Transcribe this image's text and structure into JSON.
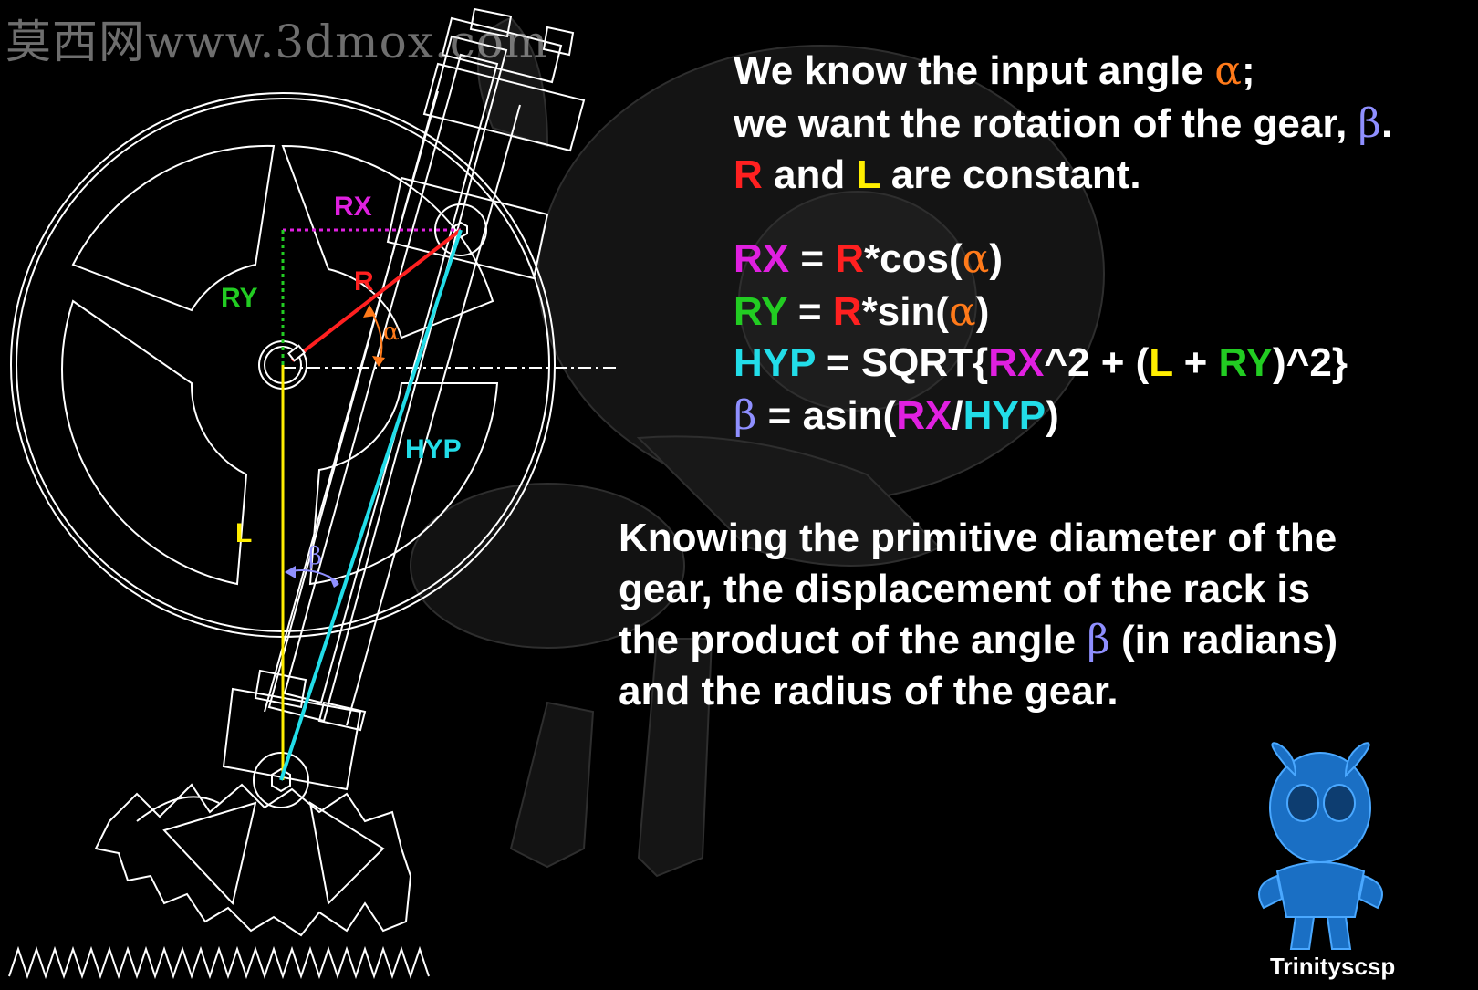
{
  "colors": {
    "rx": "#e020e0",
    "ry": "#22cc22",
    "r": "#ff2020",
    "l": "#ffee00",
    "hyp": "#22dde8",
    "alpha": "#ff7a1a",
    "beta": "#8f8fff",
    "text": "#ffffff"
  },
  "watermark": "莫西网www.3dmox.com",
  "intro": {
    "line1": "We know the input angle ",
    "alpha": "α",
    "line1_end": ";",
    "line2": "we want the rotation of the gear, ",
    "beta": "β",
    "line2_end": ".",
    "r": "R",
    "and": " and ",
    "l": "L",
    "line3_end": " are constant."
  },
  "formulas": {
    "f1": {
      "rx": "RX",
      "eq": " = ",
      "r": "R",
      "op": "*cos(",
      "alpha": "α",
      "close": ")"
    },
    "f2": {
      "ry": "RY",
      "eq": " = ",
      "r": "R",
      "op": "*sin(",
      "alpha": "α",
      "close": ")"
    },
    "f3": {
      "hyp": "HYP",
      "eq": " = SQRT{",
      "rx": "RX",
      "mid1": "^2 + (",
      "l": "L",
      "mid2": " + ",
      "ry": "RY",
      "end": ")^2}"
    },
    "f4": {
      "beta": "β",
      "eq": " = asin(",
      "rx": "RX",
      "slash": "/",
      "hyp": "HYP",
      "close": ")"
    }
  },
  "explanation": {
    "line1": "Knowing the primitive diameter of the",
    "line2": "gear, the displacement of the rack is",
    "line3a": "the product of the angle ",
    "beta": "β",
    "line3b": " (in radians)",
    "line4": "and the radius of the gear."
  },
  "diagram_labels": {
    "rx": "RX",
    "ry": "RY",
    "r": "R",
    "alpha": "α",
    "hyp": "HYP",
    "l": "L",
    "beta": "β"
  },
  "credit": "Trinityscsp",
  "icons": {
    "character": "alien-mascot-wireframe-icon",
    "mascot": "blue-mascot-icon"
  }
}
